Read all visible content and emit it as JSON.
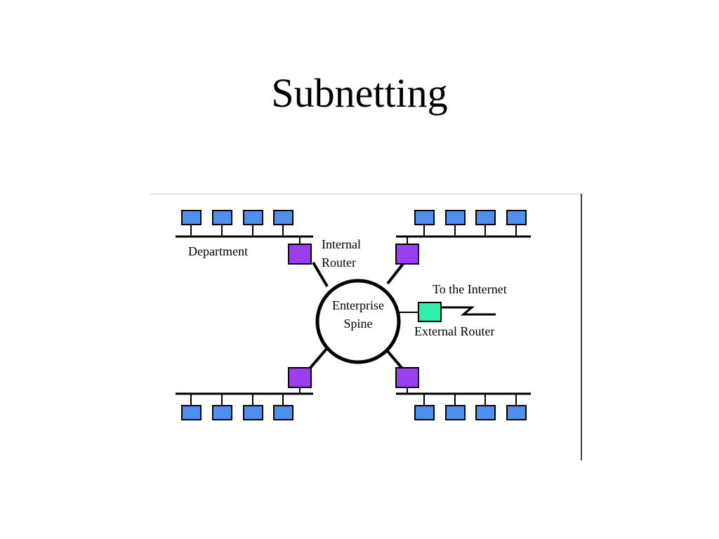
{
  "slide": {
    "title": "Subnetting"
  },
  "diagram": {
    "labels": {
      "department": "Department",
      "internal_router_line1": "Internal",
      "internal_router_line2": "Router",
      "spine_line1": "Enterprise",
      "spine_line2": "Spine",
      "to_internet": "To the Internet",
      "external_router": "External Router"
    },
    "colors": {
      "host": "#4f8fef",
      "internal_router": "#9b3df0",
      "external_router": "#2ef0a8",
      "line": "#000000"
    },
    "subnets": [
      {
        "name": "department-top-left",
        "hosts": 4
      },
      {
        "name": "department-top-right",
        "hosts": 4
      },
      {
        "name": "department-bottom-left",
        "hosts": 4
      },
      {
        "name": "department-bottom-right",
        "hosts": 4
      }
    ]
  }
}
